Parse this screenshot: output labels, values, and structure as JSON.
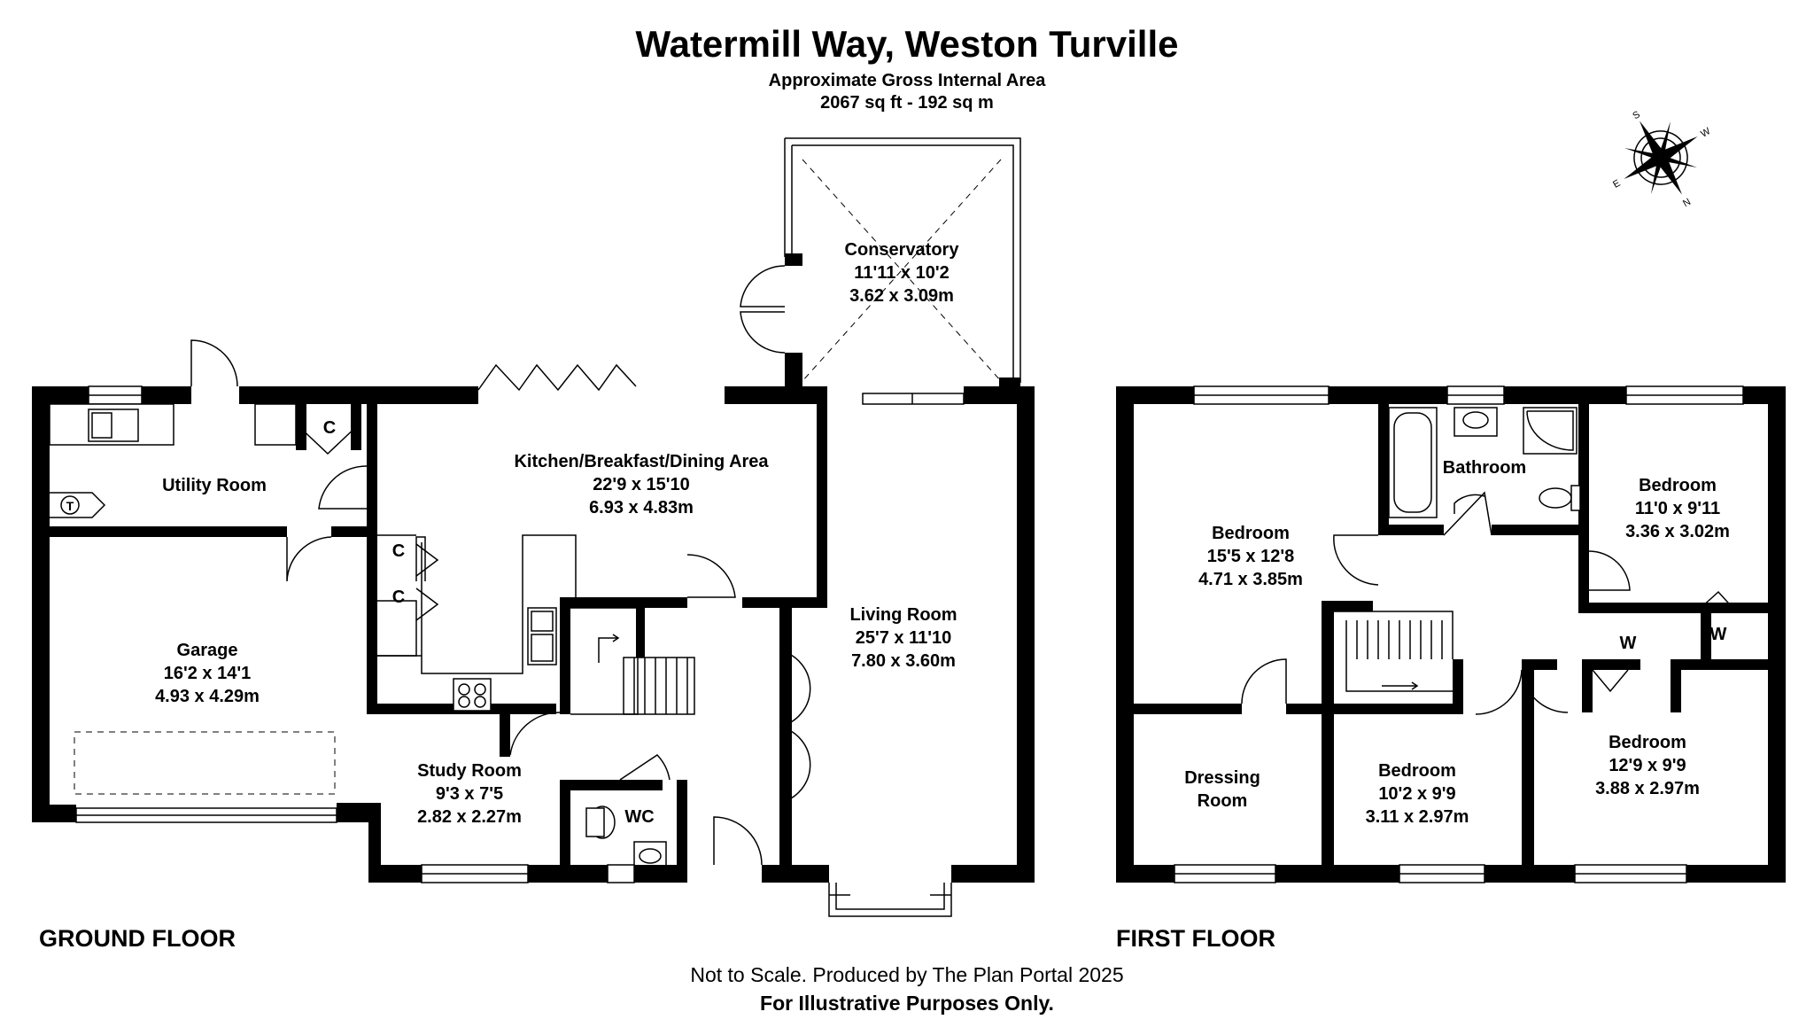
{
  "header": {
    "title": "Watermill Way, Weston Turville",
    "area_label": "Approximate Gross Internal Area",
    "area_value": "2067 sq ft - 192 sq m"
  },
  "ground_floor": {
    "label": "GROUND FLOOR",
    "rooms": {
      "utility": {
        "name": "Utility Room"
      },
      "kitchen": {
        "name": "Kitchen/Breakfast/Dining Area",
        "imperial": "22'9 x 15'10",
        "metric": "6.93 x 4.83m"
      },
      "conservatory": {
        "name": "Conservatory",
        "imperial": "11'11 x 10'2",
        "metric": "3.62 x 3.09m"
      },
      "garage": {
        "name": "Garage",
        "imperial": "16'2 x 14'1",
        "metric": "4.93 x 4.29m"
      },
      "living": {
        "name": "Living Room",
        "imperial": "25'7 x 11'10",
        "metric": "7.80 x 3.60m"
      },
      "study": {
        "name": "Study Room",
        "imperial": "9'3 x 7'5",
        "metric": "2.82 x 2.27m"
      },
      "wc": {
        "name": "WC"
      }
    },
    "cupboard": "C",
    "boiler": "T"
  },
  "first_floor": {
    "label": "FIRST FLOOR",
    "rooms": {
      "bedroom1": {
        "name": "Bedroom",
        "imperial": "15'5 x 12'8",
        "metric": "4.71 x 3.85m"
      },
      "bathroom": {
        "name": "Bathroom"
      },
      "bedroom2": {
        "name": "Bedroom",
        "imperial": "11'0 x 9'11",
        "metric": "3.36 x 3.02m"
      },
      "dressing": {
        "name_line1": "Dressing",
        "name_line2": "Room"
      },
      "bedroom3": {
        "name": "Bedroom",
        "imperial": "10'2 x 9'9",
        "metric": "3.11 x 2.97m"
      },
      "bedroom4": {
        "name": "Bedroom",
        "imperial": "12'9 x 9'9",
        "metric": "3.88 x 2.97m"
      }
    },
    "wardrobe": "W"
  },
  "compass": {
    "icon": "compass-rose-icon",
    "points": [
      "N",
      "E",
      "S",
      "W"
    ]
  },
  "footer": {
    "line1": "Not to Scale. Produced by The Plan Portal 2025",
    "line2": "For Illustrative Purposes Only."
  }
}
